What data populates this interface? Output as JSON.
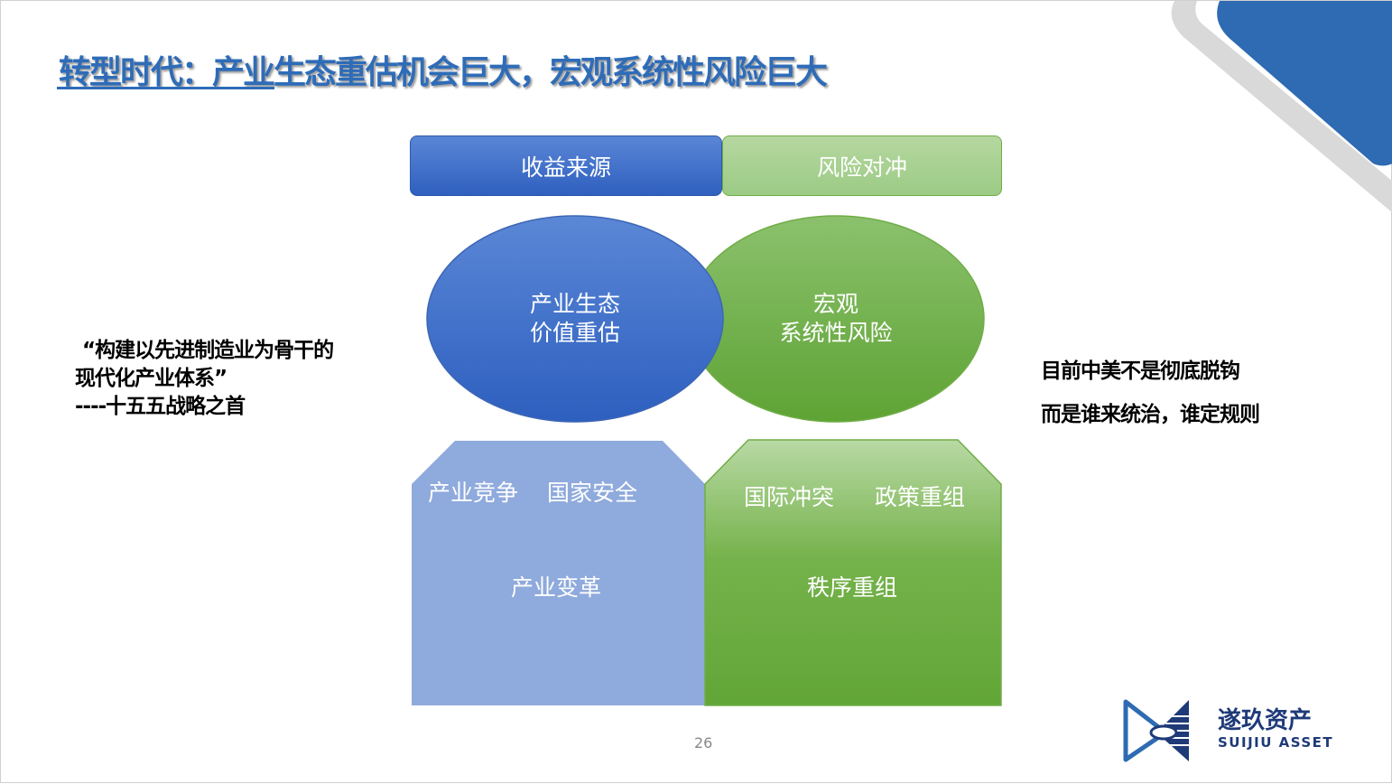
{
  "title": "转型时代：产业生态重估机会巨大，宏观系统性风险巨大",
  "headers": {
    "left": "收益来源",
    "right": "风险对冲"
  },
  "circles": {
    "left": [
      "产业生态",
      "价值重估"
    ],
    "right": [
      "宏观",
      "系统性风险"
    ]
  },
  "boxes": {
    "left": {
      "top": [
        "产业竞争",
        "国家安全"
      ],
      "main": "产业变革"
    },
    "right": {
      "top": [
        "国际冲突",
        "政策重组"
      ],
      "main": "秩序重组"
    }
  },
  "quote": [
    "“构建以先进制造业为骨干的",
    "现代化产业体系”",
    "----十五五战略之首"
  ],
  "right_note": [
    "目前中美不是彻底脱钩",
    "而是谁来统治，谁定规则"
  ],
  "page_number": "26",
  "logo": {
    "cn": "遂玖资产",
    "en": "SUIJIU ASSET"
  },
  "colors": {
    "blue": "#2e6cb8",
    "green": "#70ad47",
    "light_blue": "#8faadc"
  }
}
